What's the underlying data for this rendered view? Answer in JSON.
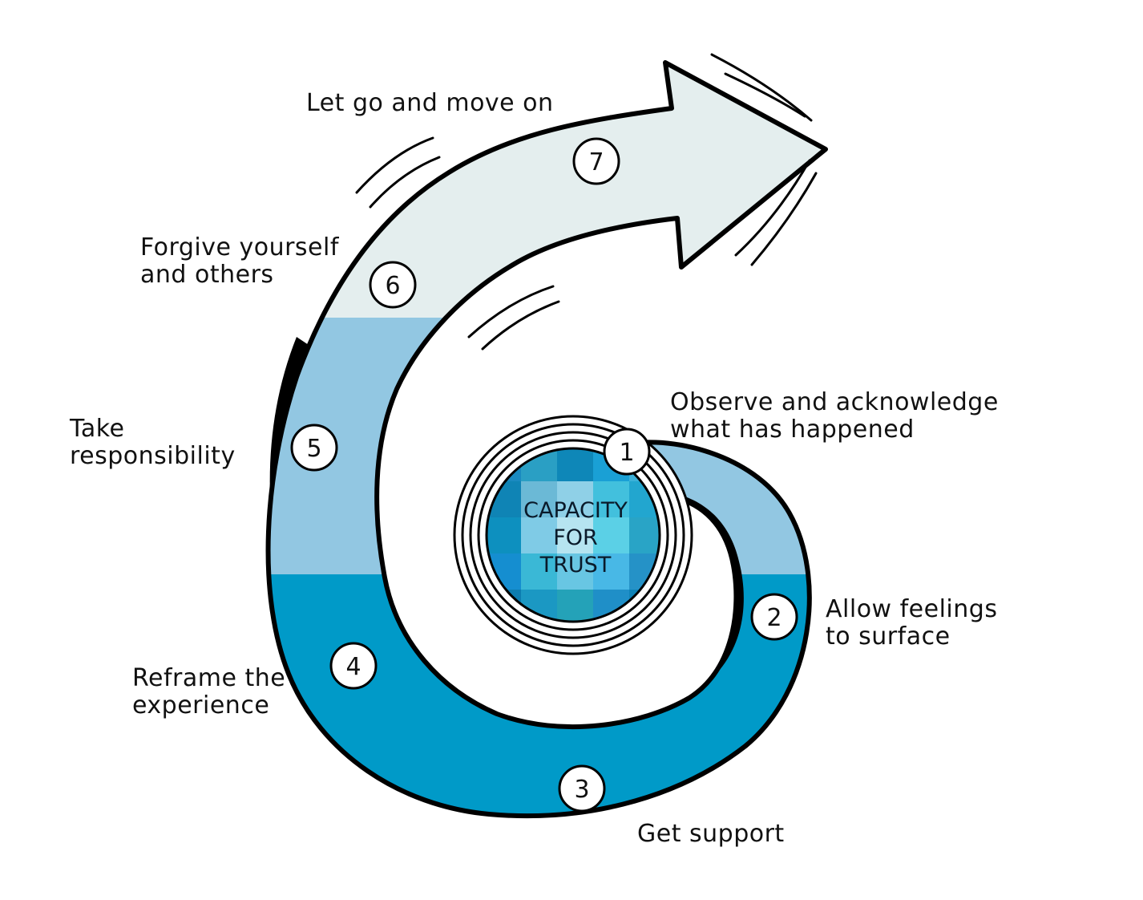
{
  "colors": {
    "stage_light": "#e4eeee",
    "stage_mid": "#92c7e2",
    "stage_dark": "#009ac8",
    "outline": "#000000"
  },
  "center": {
    "lines": [
      "CAPACITY",
      "FOR",
      "TRUST"
    ]
  },
  "steps": [
    {
      "number": "1",
      "lines": [
        "Observe and acknowledge",
        "what has happened"
      ]
    },
    {
      "number": "2",
      "lines": [
        "Allow feelings",
        "to surface"
      ]
    },
    {
      "number": "3",
      "lines": [
        "Get support"
      ]
    },
    {
      "number": "4",
      "lines": [
        "Reframe the",
        "experience"
      ]
    },
    {
      "number": "5",
      "lines": [
        "Take",
        "responsibility"
      ]
    },
    {
      "number": "6",
      "lines": [
        "Forgive yourself",
        "and others"
      ]
    },
    {
      "number": "7",
      "lines": [
        "Let go and move on"
      ]
    }
  ]
}
